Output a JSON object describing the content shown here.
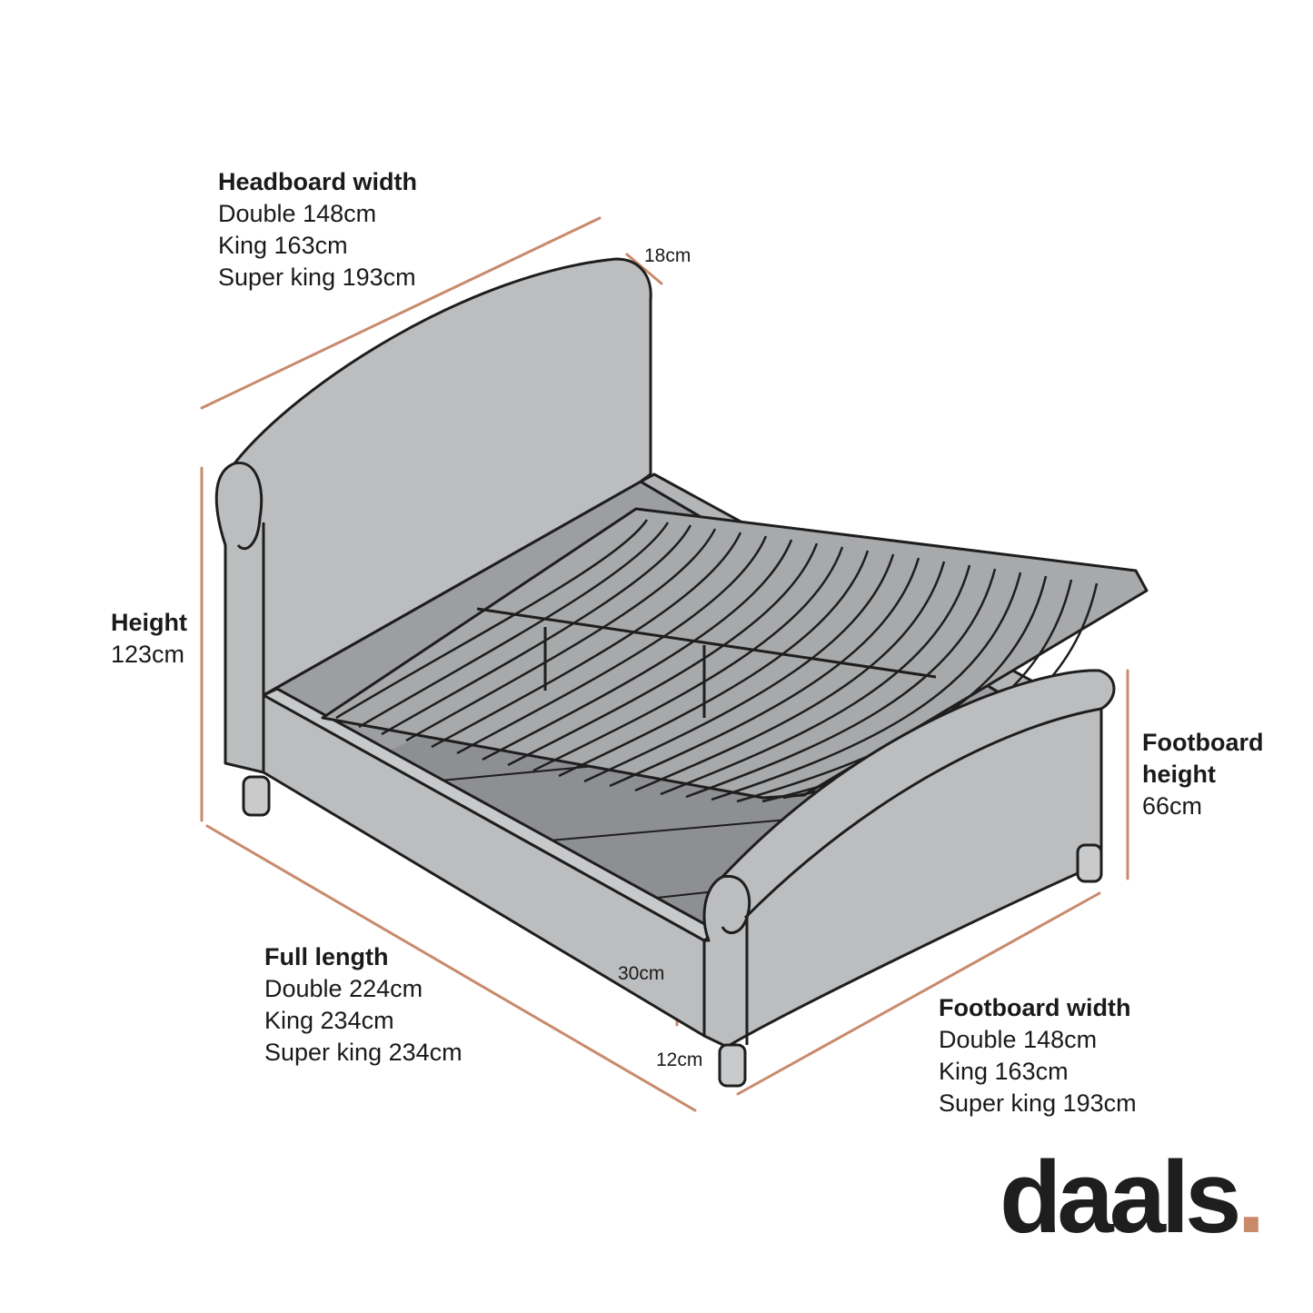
{
  "colors": {
    "dimension_line": "#c98a6c",
    "fabric": "#bcbdbf",
    "fabric_dark": "#a3a4a6",
    "shadow": "#8f9093",
    "outline": "#1e1e1e",
    "background": "#ffffff"
  },
  "labels": {
    "headboard_width": {
      "heading": "Headboard width",
      "lines": [
        "Double 148cm",
        "King 163cm",
        "Super king 193cm"
      ]
    },
    "headboard_depth": "18cm",
    "height": {
      "heading": "Height",
      "value": "123cm"
    },
    "footboard_height": {
      "heading_line1": "Footboard",
      "heading_line2": "height",
      "value": "66cm"
    },
    "full_length": {
      "heading": "Full length",
      "lines": [
        "Double 224cm",
        "King 234cm",
        "Super king 234cm"
      ]
    },
    "storage_height": "30cm",
    "leg_height": "12cm",
    "footboard_width": {
      "heading": "Footboard width",
      "lines": [
        "Double 148cm",
        "King 163cm",
        "Super king 193cm"
      ]
    }
  },
  "brand": {
    "name": "daals",
    "dot": "."
  }
}
